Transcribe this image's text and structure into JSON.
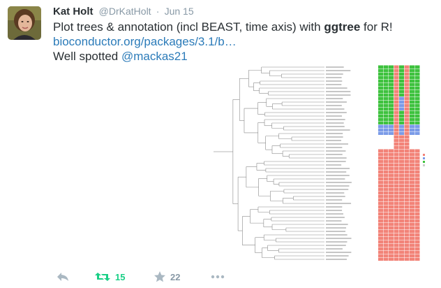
{
  "author": {
    "name": "Kat Holt",
    "handle": "@DrKatHolt",
    "separator": "·",
    "time": "Jun 15"
  },
  "tweet": {
    "line1_prefix": "Plot trees & annotation (incl BEAST, time axis) with ",
    "line1_bold": "ggtree",
    "line1_suffix": " for R!",
    "link": "bioconductor.org/packages/3.1/b…",
    "line3_prefix": "Well spotted ",
    "mention": "@mackas21"
  },
  "actions": {
    "retweet_count": "15",
    "favorite_count": "22"
  },
  "colors": {
    "link": "#2b7bb9",
    "retweet": "#19cf86",
    "heat_green": "#3ec23e",
    "heat_blue": "#7b9be8",
    "heat_red": "#f28378"
  }
}
